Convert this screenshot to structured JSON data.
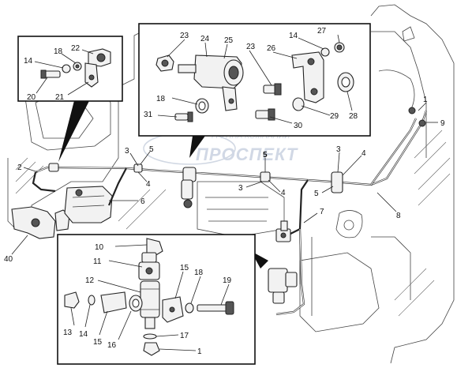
{
  "watermark": {
    "line1": "ГРУППА КОМПАНИЙ",
    "line2": "ПРОСПЕКТ"
  },
  "callouts": {
    "c1_top": "1",
    "c9": "9",
    "c2": "2",
    "c3_left": "3",
    "c5_left": "5",
    "c4_left": "4",
    "c6": "6",
    "c5_mid": "5",
    "c3_mid": "3",
    "c4_mid": "4",
    "c3_right": "3",
    "c4_right": "4",
    "c5_right": "5",
    "c7": "7",
    "c8": "8",
    "c40": "40"
  },
  "inset_small": {
    "labels": {
      "n22": "22",
      "n18": "18",
      "n14": "14",
      "n20": "20",
      "n21": "21"
    }
  },
  "inset_top": {
    "labels": {
      "n23a": "23",
      "n24": "24",
      "n25": "25",
      "n23b": "23",
      "n26": "26",
      "n14": "14",
      "n27": "27",
      "n18": "18",
      "n31": "31",
      "n30": "30",
      "n29": "29",
      "n28": "28"
    }
  },
  "inset_bottom": {
    "labels": {
      "n10": "10",
      "n11": "11",
      "n12": "12",
      "n15a": "15",
      "n18": "18",
      "n19": "19",
      "n13": "13",
      "n14": "14",
      "n15b": "15",
      "n16": "16",
      "n17": "17",
      "n1": "1"
    }
  }
}
